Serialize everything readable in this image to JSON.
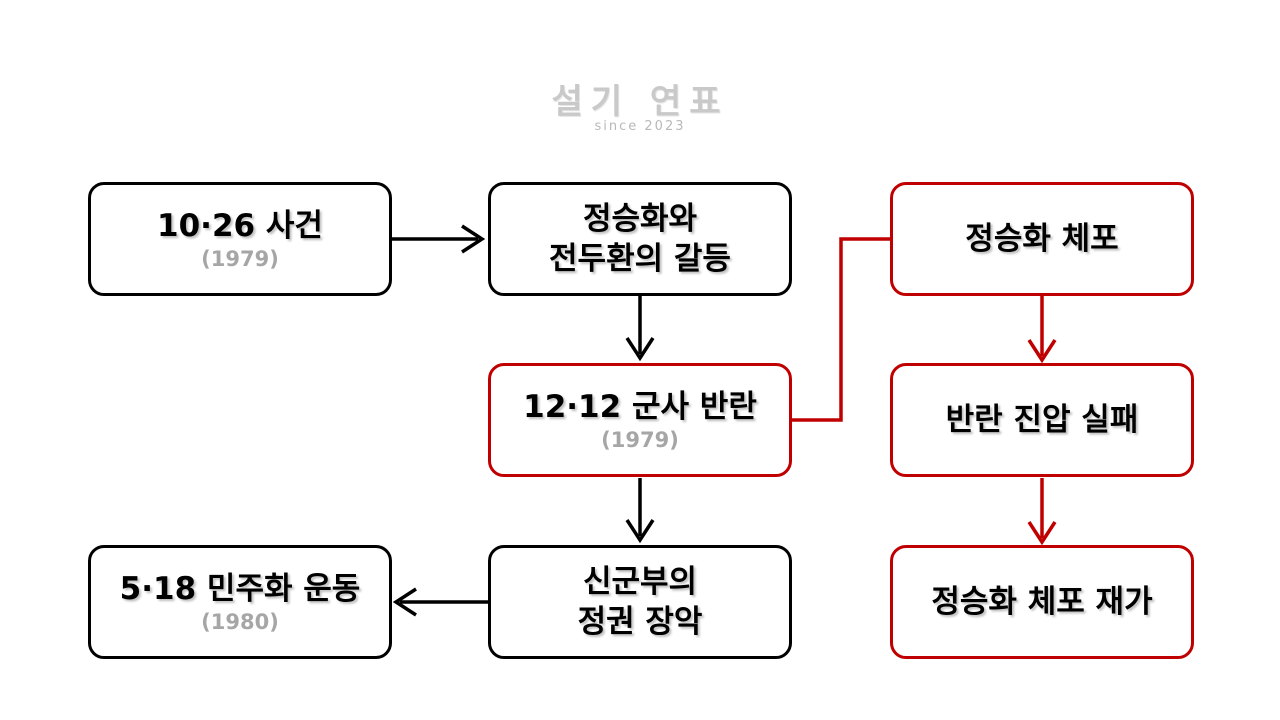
{
  "watermark": {
    "title": "설기 연표",
    "subtitle": "since 2023"
  },
  "nodes": {
    "event_1026": {
      "title": "10·26 사건",
      "year": "(1979)"
    },
    "conflict": {
      "title_line1": "정승화와",
      "title_line2": "전두환의 갈등"
    },
    "coup_1212": {
      "title": "12·12 군사 반란",
      "year": "(1979)"
    },
    "new_military": {
      "title_line1": "신군부의",
      "title_line2": "정권 장악"
    },
    "movement_518": {
      "title": "5·18 민주화 운동",
      "year": "(1980)"
    },
    "arrest": {
      "title": "정승화 체포"
    },
    "suppression_fail": {
      "title": "반란 진압 실패"
    },
    "rearrest": {
      "title": "정승화 체포 재가"
    }
  },
  "colors": {
    "black": "#000000",
    "red": "#c00000",
    "year_gray": "#a6a6a6"
  }
}
